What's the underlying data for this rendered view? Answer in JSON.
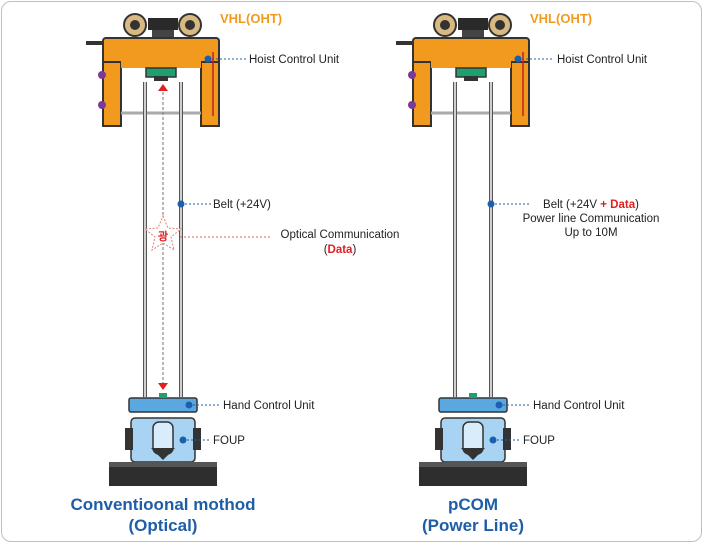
{
  "left": {
    "vhl_title": "VHL(OHT)",
    "hoist_label": "Hoist Control Unit",
    "belt_label": "Belt (+24V)",
    "optical_label": "Optical Communication",
    "optical_paren_open": "(",
    "optical_data": "Data",
    "optical_paren_close": ")",
    "star_glyph": "광",
    "hand_label": "Hand Control Unit",
    "foup_label": "FOUP",
    "caption_line1": "Conventioonal mothod",
    "caption_line2": "(Optical)"
  },
  "right": {
    "vhl_title": "VHL(OHT)",
    "hoist_label": "Hoist Control Unit",
    "belt_prefix": "Belt (+24V ",
    "belt_data": "+ Data",
    "belt_suffix": ")",
    "belt_line2": "Power line Communication",
    "belt_line3": "Up to 10M",
    "hand_label": "Hand Control Unit",
    "foup_label": "FOUP",
    "caption_line1": "pCOM",
    "caption_line2": "(Power Line)"
  },
  "colors": {
    "orange": "#f29a1d",
    "green": "#1f9e6e",
    "blue_unit": "#5ba8e0",
    "light_blue": "#a9d3f2",
    "rail": "#333333",
    "caption": "#1e5ea8",
    "red": "#e02020",
    "leader_dot": "#1c5fae"
  }
}
